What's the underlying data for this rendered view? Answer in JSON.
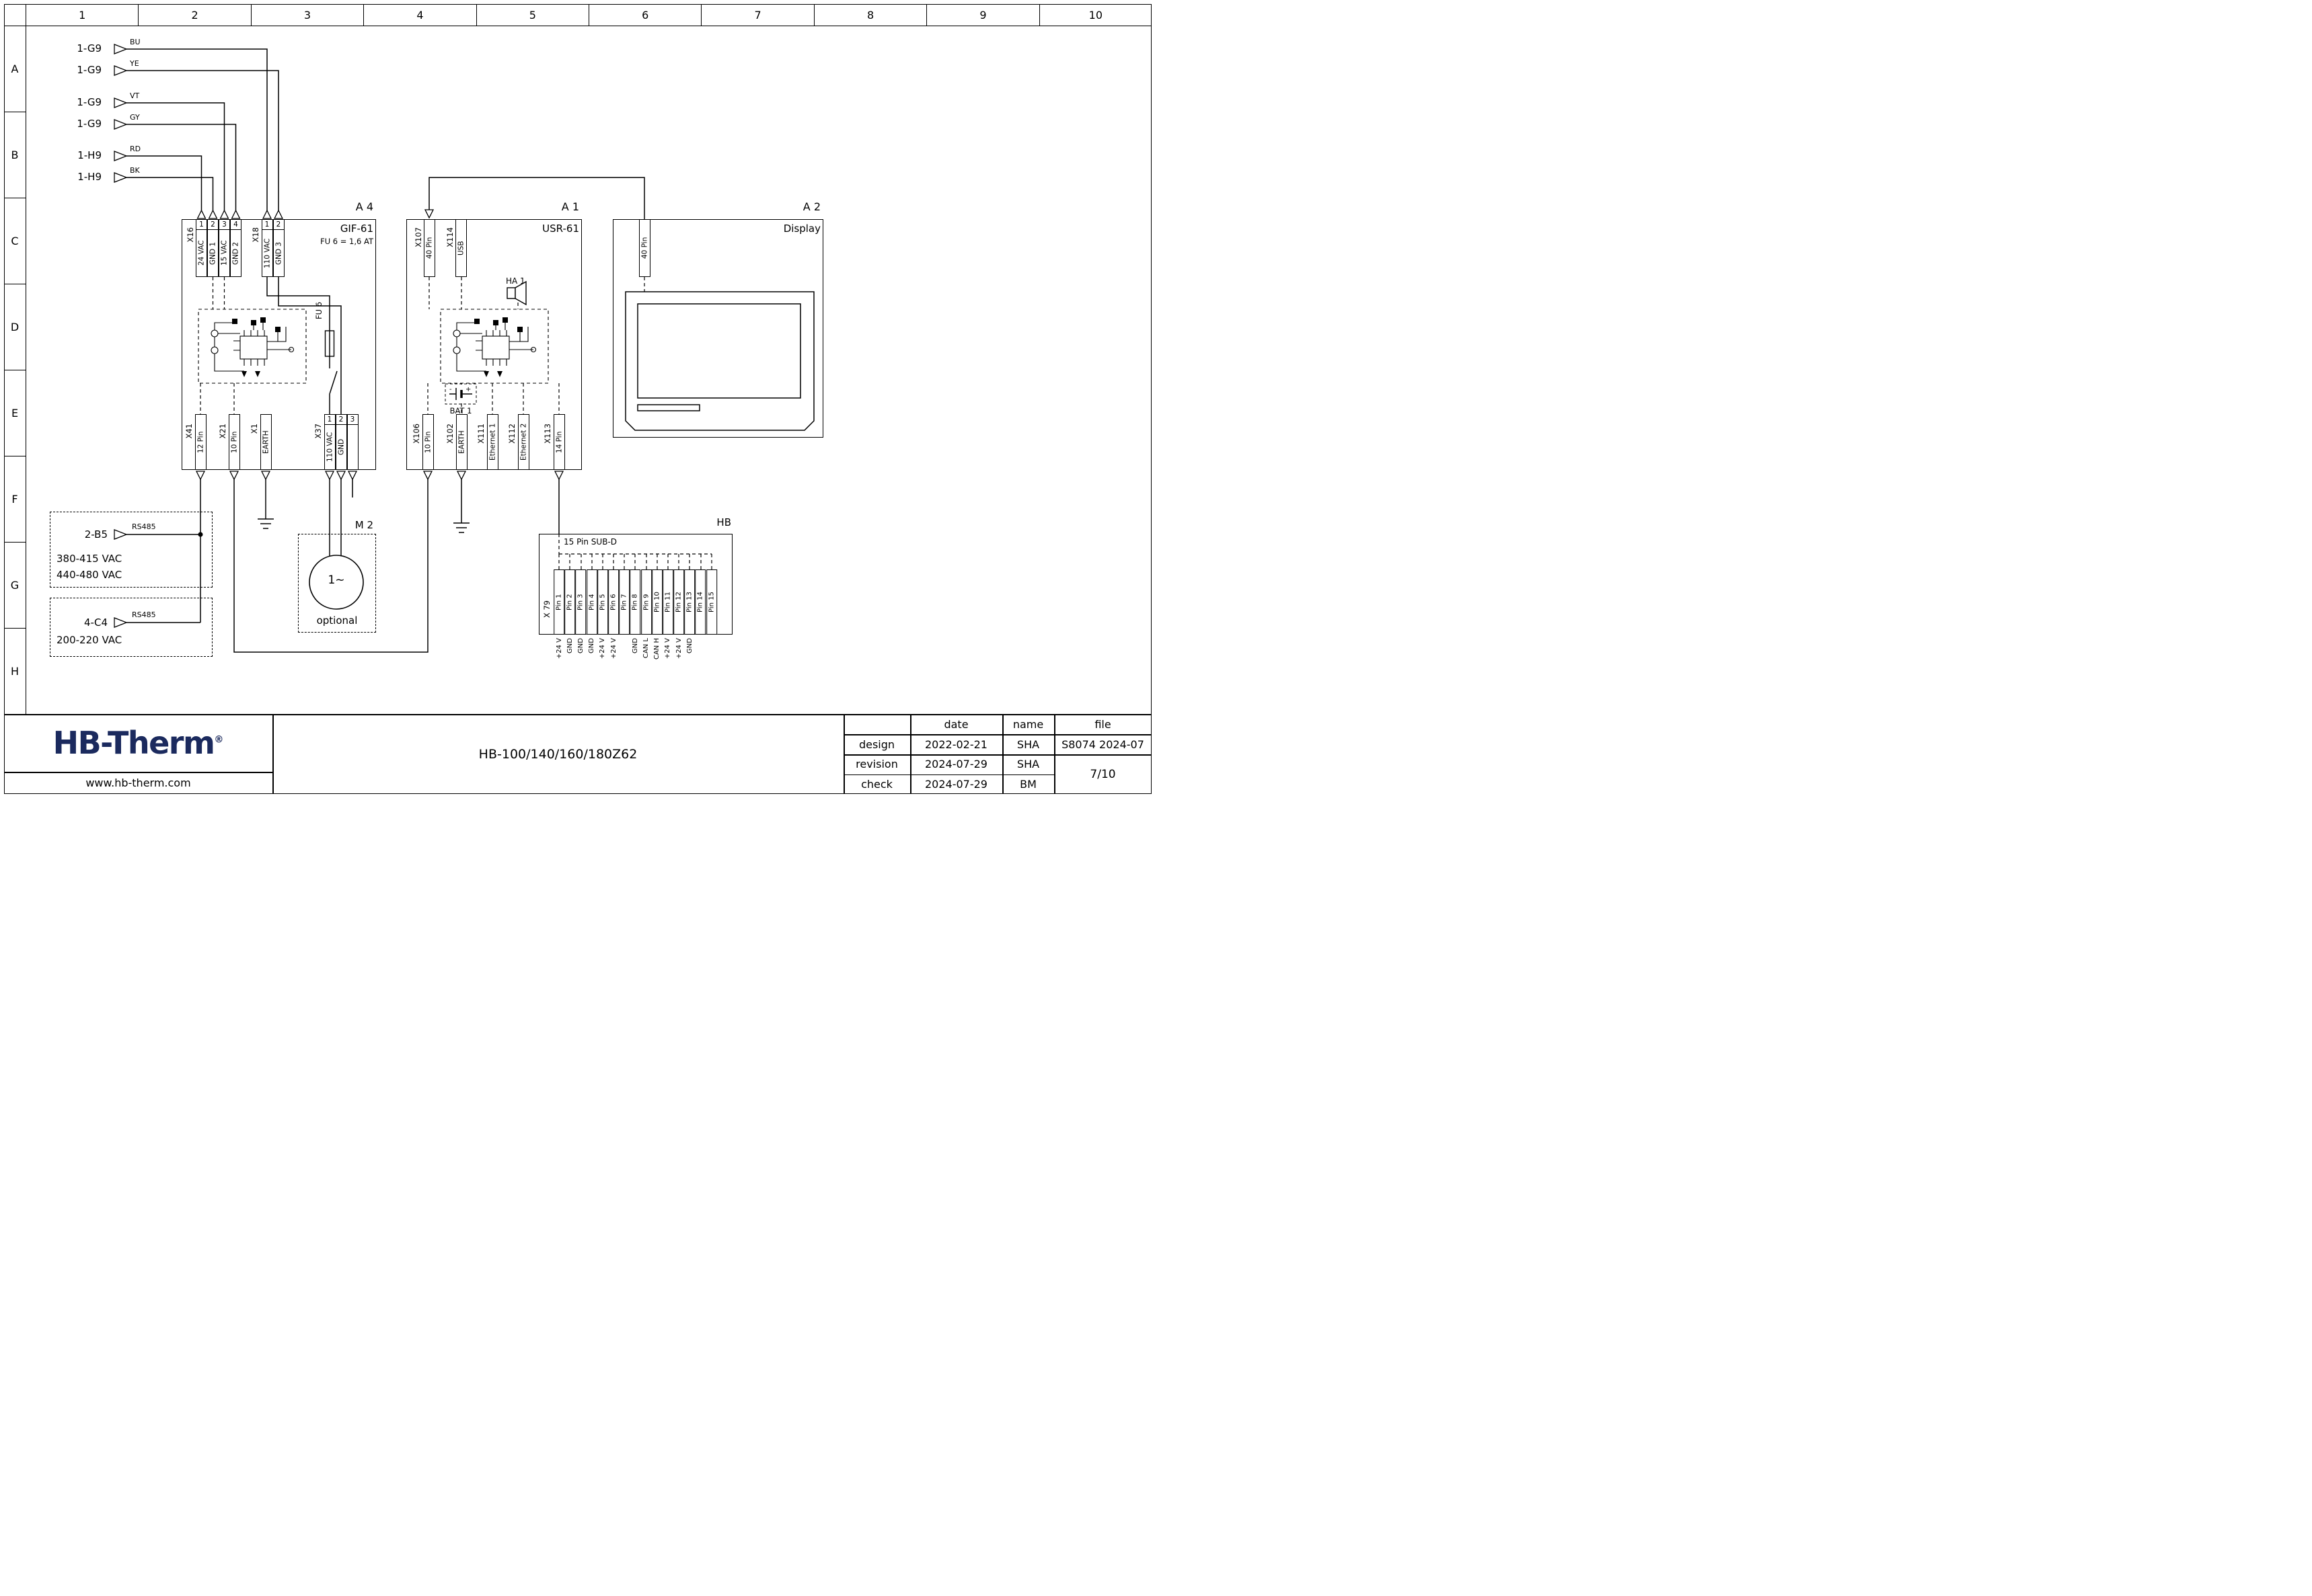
{
  "sheet": {
    "columns": [
      "1",
      "2",
      "3",
      "4",
      "5",
      "6",
      "7",
      "8",
      "9",
      "10"
    ],
    "rows": [
      "A",
      "B",
      "C",
      "D",
      "E",
      "F",
      "G",
      "H"
    ]
  },
  "feeds": [
    {
      "tag": "1-G9",
      "code": "BU"
    },
    {
      "tag": "1-G9",
      "code": "YE"
    },
    {
      "tag": "1-G9",
      "code": "VT"
    },
    {
      "tag": "1-G9",
      "code": "GY"
    },
    {
      "tag": "1-H9",
      "code": "RD"
    },
    {
      "tag": "1-H9",
      "code": "BK"
    }
  ],
  "a4": {
    "ref": "A 4",
    "device": "GIF-61",
    "fuse_note": "FU 6 = 1,6 AT",
    "fuse": "FU 6",
    "x16_label": "X16",
    "x16_pins": [
      {
        "no": "1",
        "signal": "24 VAC"
      },
      {
        "no": "2",
        "signal": "GND 1"
      },
      {
        "no": "3",
        "signal": "15 VAC"
      },
      {
        "no": "4",
        "signal": "GND 2"
      }
    ],
    "x18_label": "X18",
    "x18_pins": [
      {
        "no": "1",
        "signal": "110 VAC"
      },
      {
        "no": "2",
        "signal": "GND 3"
      }
    ],
    "bottom": [
      {
        "label": "X41",
        "signal": "12 Pin"
      },
      {
        "label": "X21",
        "signal": "10 Pin"
      },
      {
        "label": "X1",
        "signal": "EARTH"
      }
    ],
    "x37_label": "X37",
    "x37_pins": [
      {
        "no": "1",
        "signal": "110 VAC"
      },
      {
        "no": "2",
        "signal": "GND"
      },
      {
        "no": "3",
        "signal": ""
      }
    ]
  },
  "a1": {
    "ref": "A 1",
    "device": "USR-61",
    "top": [
      {
        "label": "X107",
        "signal": "40 Pin"
      },
      {
        "label": "X114",
        "signal": "USB"
      }
    ],
    "buzzer": "HA 1",
    "battery": "BAT 1",
    "bat_minus": "-",
    "bat_plus": "+",
    "bottom": [
      {
        "label": "X106",
        "signal": "10 Pin"
      },
      {
        "label": "X102",
        "signal": "EARTH"
      },
      {
        "label": "X111",
        "signal": "Ethernet 1"
      },
      {
        "label": "X112",
        "signal": "Ethernet 2"
      },
      {
        "label": "X113",
        "signal": "14 Pin"
      }
    ]
  },
  "a2": {
    "ref": "A 2",
    "device": "Display",
    "connector": "40 Pin"
  },
  "m2": {
    "ref": "M 2",
    "symbol": "1∼",
    "note": "optional"
  },
  "hb": {
    "ref": "HB",
    "connector": "15 Pin SUB-D",
    "port": "X 79",
    "pins": [
      {
        "no": "Pin 1",
        "signal": "+24 V"
      },
      {
        "no": "Pin 2",
        "signal": "GND"
      },
      {
        "no": "Pin 3",
        "signal": "GND"
      },
      {
        "no": "Pin 4",
        "signal": "GND"
      },
      {
        "no": "Pin 5",
        "signal": "+24 V"
      },
      {
        "no": "Pin 6",
        "signal": "+24 V"
      },
      {
        "no": "Pin 7",
        "signal": ""
      },
      {
        "no": "Pin 8",
        "signal": "GND"
      },
      {
        "no": "Pin 9",
        "signal": "CAN L"
      },
      {
        "no": "Pin 10",
        "signal": "CAN H"
      },
      {
        "no": "Pin 11",
        "signal": "+24 V"
      },
      {
        "no": "Pin 12",
        "signal": "+24 V"
      },
      {
        "no": "Pin 13",
        "signal": "GND"
      },
      {
        "no": "Pin 14",
        "signal": ""
      },
      {
        "no": "Pin 15",
        "signal": ""
      }
    ]
  },
  "supplies": [
    {
      "tag": "2-B5",
      "bus": "RS485",
      "volt1": "380-415 VAC",
      "volt2": "440-480 VAC"
    },
    {
      "tag": "4-C4",
      "bus": "RS485",
      "volt1": "200-220 VAC",
      "volt2": ""
    }
  ],
  "title_block": {
    "logo": "HB-Therm",
    "logo_mark": "®",
    "website": "www.hb-therm.com",
    "drawing": "HB-100/140/160/180Z62",
    "col_date": "date",
    "col_name": "name",
    "col_file": "file",
    "rows": [
      {
        "label": "design",
        "date": "2022-02-21",
        "name": "SHA"
      },
      {
        "label": "revision",
        "date": "2024-07-29",
        "name": "SHA"
      },
      {
        "label": "check",
        "date": "2024-07-29",
        "name": "BM"
      }
    ],
    "file_no": "S8074 2024-07",
    "page": "7/10"
  },
  "colors": {
    "ink": "#000000",
    "logo_navy": "#1b2a5e"
  }
}
